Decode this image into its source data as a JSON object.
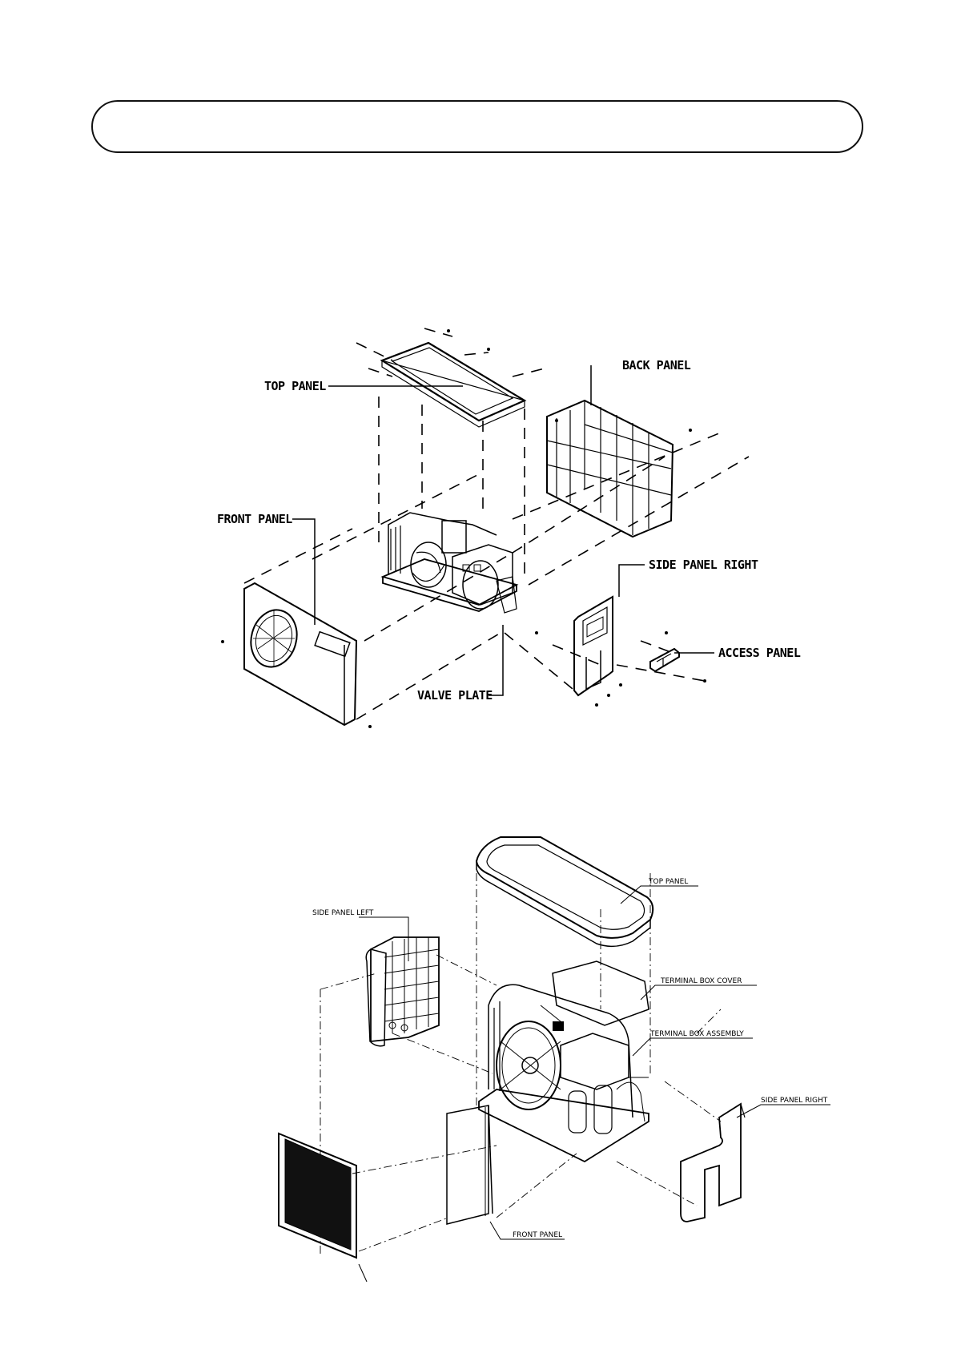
{
  "header": {
    "text": ""
  },
  "diagram1": {
    "labels": {
      "top_panel": "TOP PANEL",
      "back_panel": "BACK PANEL",
      "front_panel": "FRONT PANEL",
      "side_panel_right": "SIDE PANEL RIGHT",
      "access_panel": "ACCESS PANEL",
      "valve_plate": "VALVE PLATE"
    }
  },
  "diagram2": {
    "labels": {
      "top_panel": "TOP PANEL",
      "side_panel_left": "SIDE PANEL LEFT",
      "terminal_box_cover": "TERMINAL BOX COVER",
      "terminal_box_assembly": "TERMINAL BOX ASSEMBLY",
      "side_panel_right": "SIDE PANEL RIGHT",
      "front_panel": "FRONT PANEL"
    }
  }
}
